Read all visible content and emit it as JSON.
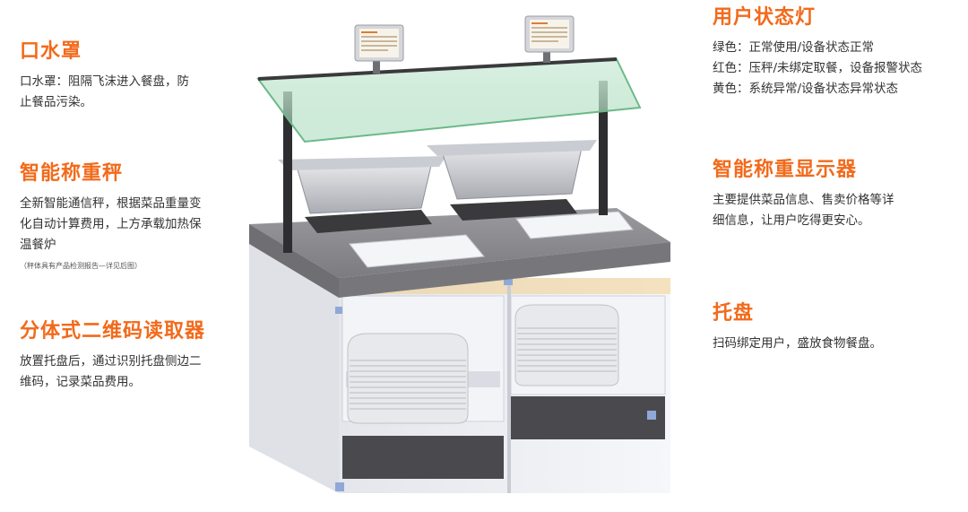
{
  "features": {
    "sneeze_guard": {
      "title": "口水罩",
      "lines": [
        "口水罩：阻隔飞沫进入餐盘，防",
        "止餐品污染。"
      ]
    },
    "smart_scale": {
      "title": "智能称重秤",
      "lines": [
        "全新智能通信秤，根据菜品重量变",
        "化自动计算费用，上方承载加热保",
        "温餐炉"
      ],
      "note": "（秤体具有产品检测报告—详见后图）"
    },
    "qr_reader": {
      "title": "分体式二维码读取器",
      "lines": [
        "放置托盘后，通过识别托盘侧边二",
        "维码，记录菜品费用。"
      ]
    },
    "status_light": {
      "title": "用户状态灯",
      "lines": [
        "绿色：正常使用/设备状态正常",
        "红色：压秤/未绑定取餐，设备报警状态",
        "黄色：系统异常/设备状态异常状态"
      ]
    },
    "scale_display": {
      "title": "智能称重显示器",
      "lines": [
        "主要提供菜品信息、售卖价格等详",
        "细信息，让用户吃得更安心。"
      ]
    },
    "tray": {
      "title": "托盘",
      "lines": [
        "扫码绑定用户，盛放食物餐盘。"
      ]
    }
  },
  "colors": {
    "accent": "#f26a1b",
    "body_text": "#333333",
    "counter_top": "#8d8d91",
    "cabinet": "#eef0f4",
    "panel_dark": "#4a4a4e",
    "glass": "#b9e3c8"
  }
}
